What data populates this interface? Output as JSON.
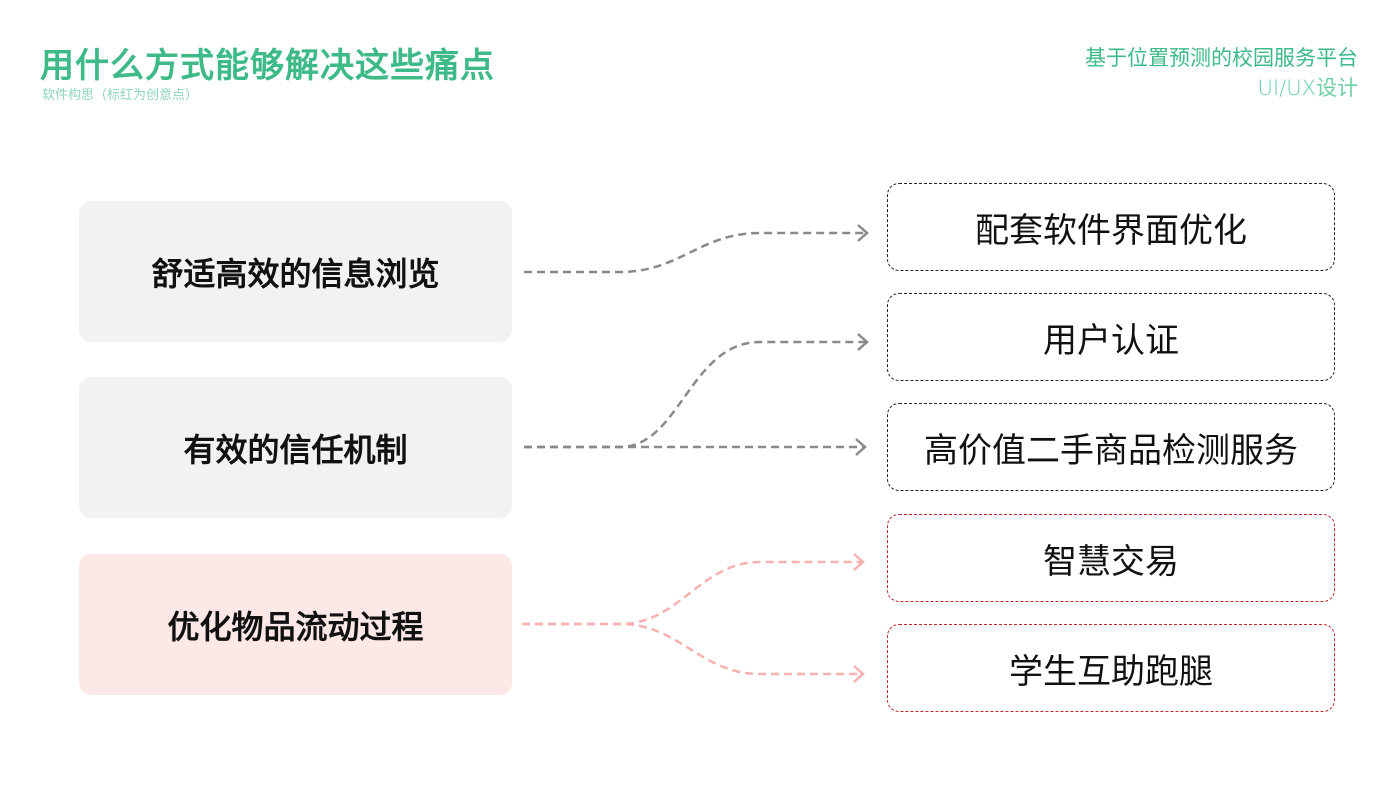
{
  "header": {
    "title": "用什么方式能够解决这些痛点",
    "subtitle": "软件构思（标红为创意点）",
    "project_title": "基于位置预测的校园服务平台",
    "project_subtitle": "UI/UX设计"
  },
  "colors": {
    "accent": "#3dba87",
    "gray_box": "#f2f2f2",
    "pink_box": "#fde8e8",
    "gray_link": "#8a8a8a",
    "red_link": "#f6b1b1",
    "red_border": "#c0262d"
  },
  "pain_points": [
    {
      "label": "舒适高效的信息浏览",
      "highlight": false
    },
    {
      "label": "有效的信任机制",
      "highlight": false
    },
    {
      "label": "优化物品流动过程",
      "highlight": true
    }
  ],
  "solutions": [
    {
      "label": "配套软件界面优化",
      "highlight": false
    },
    {
      "label": "用户认证",
      "highlight": false
    },
    {
      "label": "高价值二手商品检测服务",
      "highlight": false
    },
    {
      "label": "智慧交易",
      "highlight": true
    },
    {
      "label": "学生互助跑腿",
      "highlight": true
    }
  ],
  "links": [
    {
      "from": 0,
      "to": 0
    },
    {
      "from": 1,
      "to": 1
    },
    {
      "from": 1,
      "to": 2
    },
    {
      "from": 2,
      "to": 3
    },
    {
      "from": 2,
      "to": 4
    }
  ]
}
